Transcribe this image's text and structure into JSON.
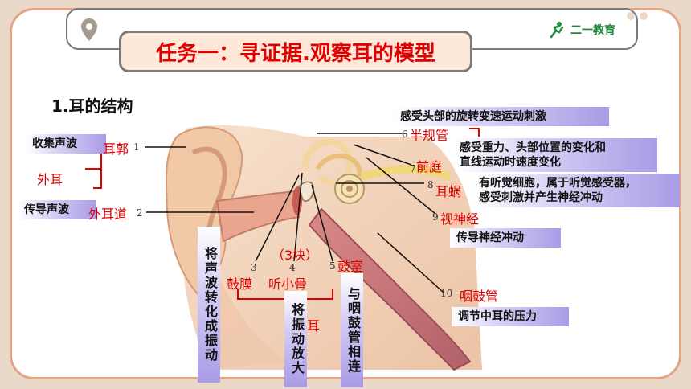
{
  "title": "任务一：寻证据.观察耳的模型",
  "brand": "二一教育",
  "section_heading": "1.耳的结构",
  "labels": {
    "erkuo": "耳郭",
    "waierdao": "外耳道",
    "waier": "外耳",
    "guming": "鼓膜",
    "tingxiaogu": "听小骨",
    "sankuai": "（3块）",
    "gushi": "鼓室",
    "banguiguan": "半规管",
    "qianting": "前庭",
    "erwo": "耳蜗",
    "shishenjing": "视神经",
    "yangu": "咽鼓管",
    "er_fragment": "耳"
  },
  "numbers": [
    "1",
    "2",
    "3",
    "4",
    "5",
    "6",
    "7",
    "8",
    "9",
    "10"
  ],
  "boxes": {
    "collect": "收集声波",
    "conduct": "传导声波",
    "rotation": "感受头部的旋转变速运动刺激",
    "gravity_1": "感受重力、头部位置的变化和",
    "gravity_2": "直线运动时速度变化",
    "cochlea_1": "有听觉细胞，属于听觉感受器，",
    "cochlea_2": "感受刺激并产生神经冲动",
    "nerve": "传导神经冲动",
    "pressure": "调节中耳的压力",
    "v_convert": "将声波转化成振动",
    "v_amplify": "将振动放大",
    "v_connect": "与咽鼓管相连"
  },
  "colors": {
    "title_red": "#e00000",
    "frame": "#e2a585",
    "box_purple": "#a99be6"
  },
  "icons": [
    "location-pin-icon",
    "runner-logo-icon"
  ]
}
